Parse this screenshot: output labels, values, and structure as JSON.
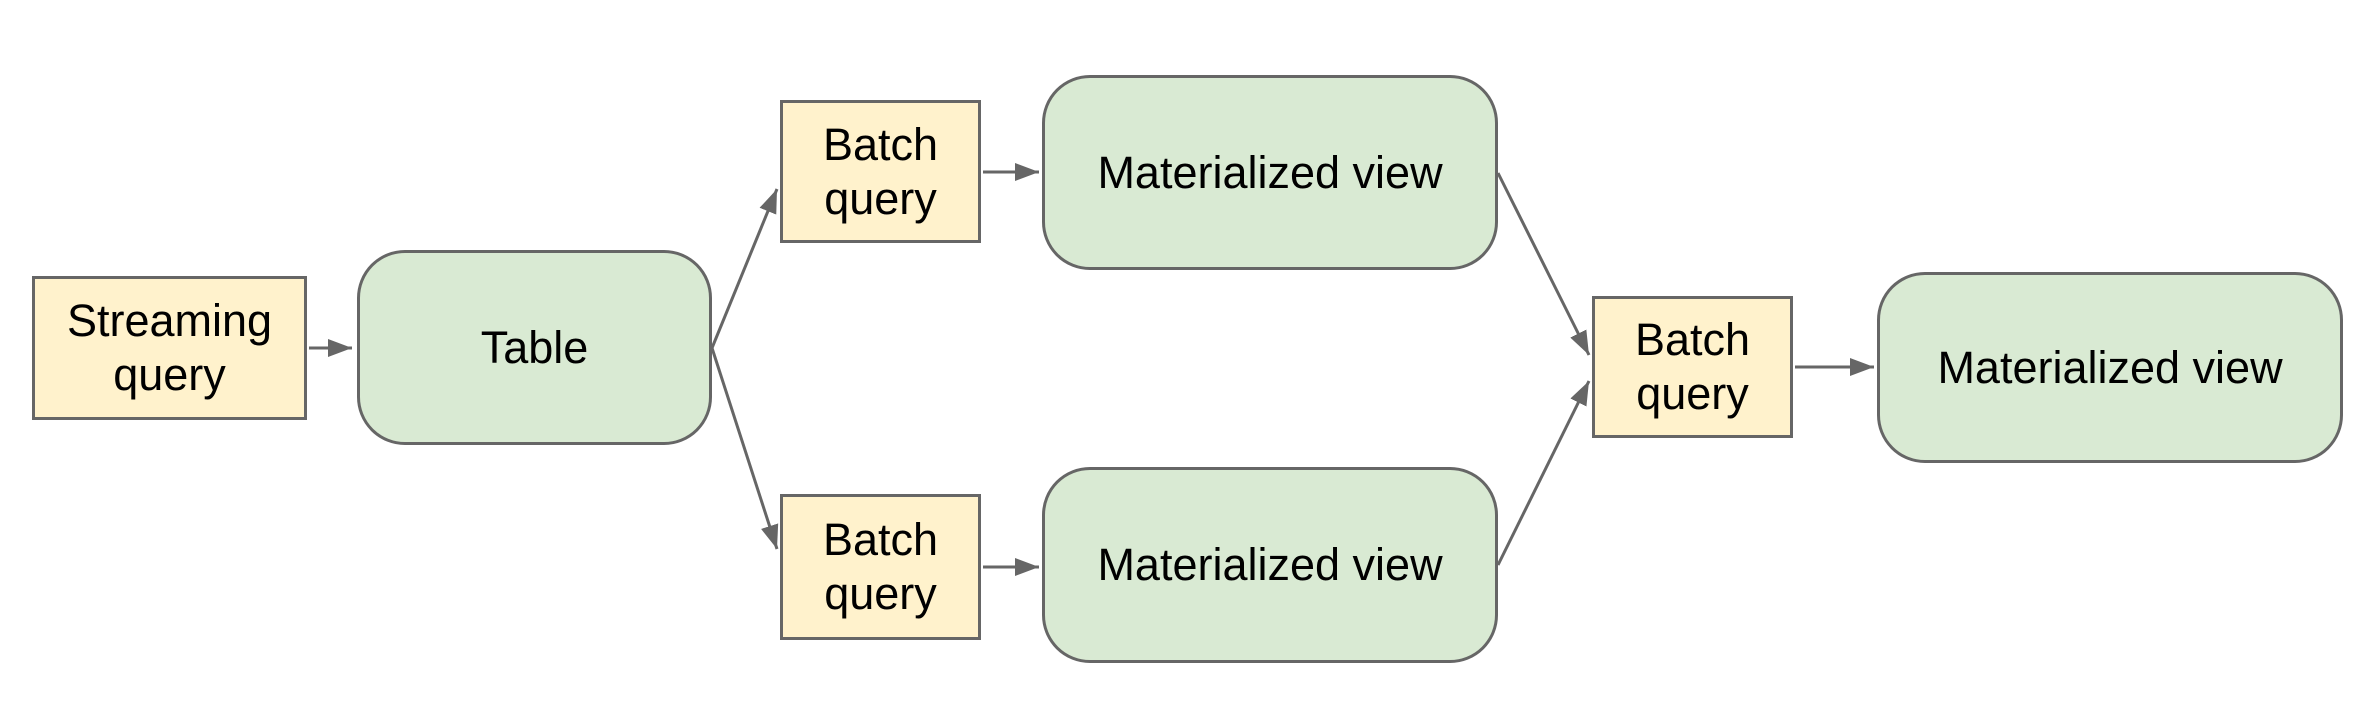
{
  "colors": {
    "query_fill": "#fff2cc",
    "dataset_fill": "#d9ead3",
    "border": "#666666",
    "edge": "#666666",
    "text": "#000000",
    "background": "#ffffff"
  },
  "nodes": [
    {
      "id": "streaming-query",
      "label": "Streaming query",
      "kind": "query"
    },
    {
      "id": "table",
      "label": "Table",
      "kind": "dataset"
    },
    {
      "id": "batch-query-top",
      "label": "Batch query",
      "kind": "query"
    },
    {
      "id": "materialized-view-top",
      "label": "Materialized view",
      "kind": "dataset"
    },
    {
      "id": "batch-query-bottom",
      "label": "Batch query",
      "kind": "query"
    },
    {
      "id": "materialized-view-bottom",
      "label": "Materialized view",
      "kind": "dataset"
    },
    {
      "id": "batch-query-right",
      "label": "Batch query",
      "kind": "query"
    },
    {
      "id": "materialized-view-right",
      "label": "Materialized view",
      "kind": "dataset"
    }
  ],
  "edges": [
    {
      "from": "streaming-query",
      "to": "table"
    },
    {
      "from": "table",
      "to": "batch-query-top"
    },
    {
      "from": "table",
      "to": "batch-query-bottom"
    },
    {
      "from": "batch-query-top",
      "to": "materialized-view-top"
    },
    {
      "from": "batch-query-bottom",
      "to": "materialized-view-bottom"
    },
    {
      "from": "materialized-view-top",
      "to": "batch-query-right"
    },
    {
      "from": "materialized-view-bottom",
      "to": "batch-query-right"
    },
    {
      "from": "batch-query-right",
      "to": "materialized-view-right"
    }
  ]
}
